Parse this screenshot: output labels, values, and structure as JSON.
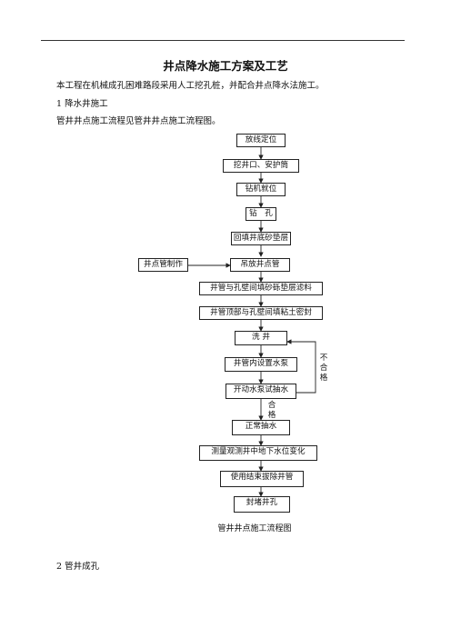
{
  "document": {
    "title": "井点降水施工方案及工艺",
    "intro": "本工程在机械成孔困难路段采用人工挖孔桩，并配合井点降水法施工。",
    "section1": "1 降水井施工",
    "section1_text": "管井井点施工流程见管井井点施工流程图。",
    "section2": "2 管井成孔"
  },
  "flowchart": {
    "steps": [
      "放线定位",
      "挖井口、安护筒",
      "钻机就位",
      "钻　孔",
      "回填井底砂垫层",
      "吊放井点管",
      "井管与孔壁间填砂砾垫层滤料",
      "井管顶部与孔壁间填粘土密封",
      "洗 井",
      "井管内设置水泵",
      "开动水泵试抽水",
      "正常抽水",
      "测量观测井中地下水位变化",
      "使用结束拔除井管",
      "封堵井孔"
    ],
    "side_step": "井点管制作",
    "loop_label": "不合格",
    "pass_label": "合格",
    "caption": "管井井点施工流程图"
  }
}
